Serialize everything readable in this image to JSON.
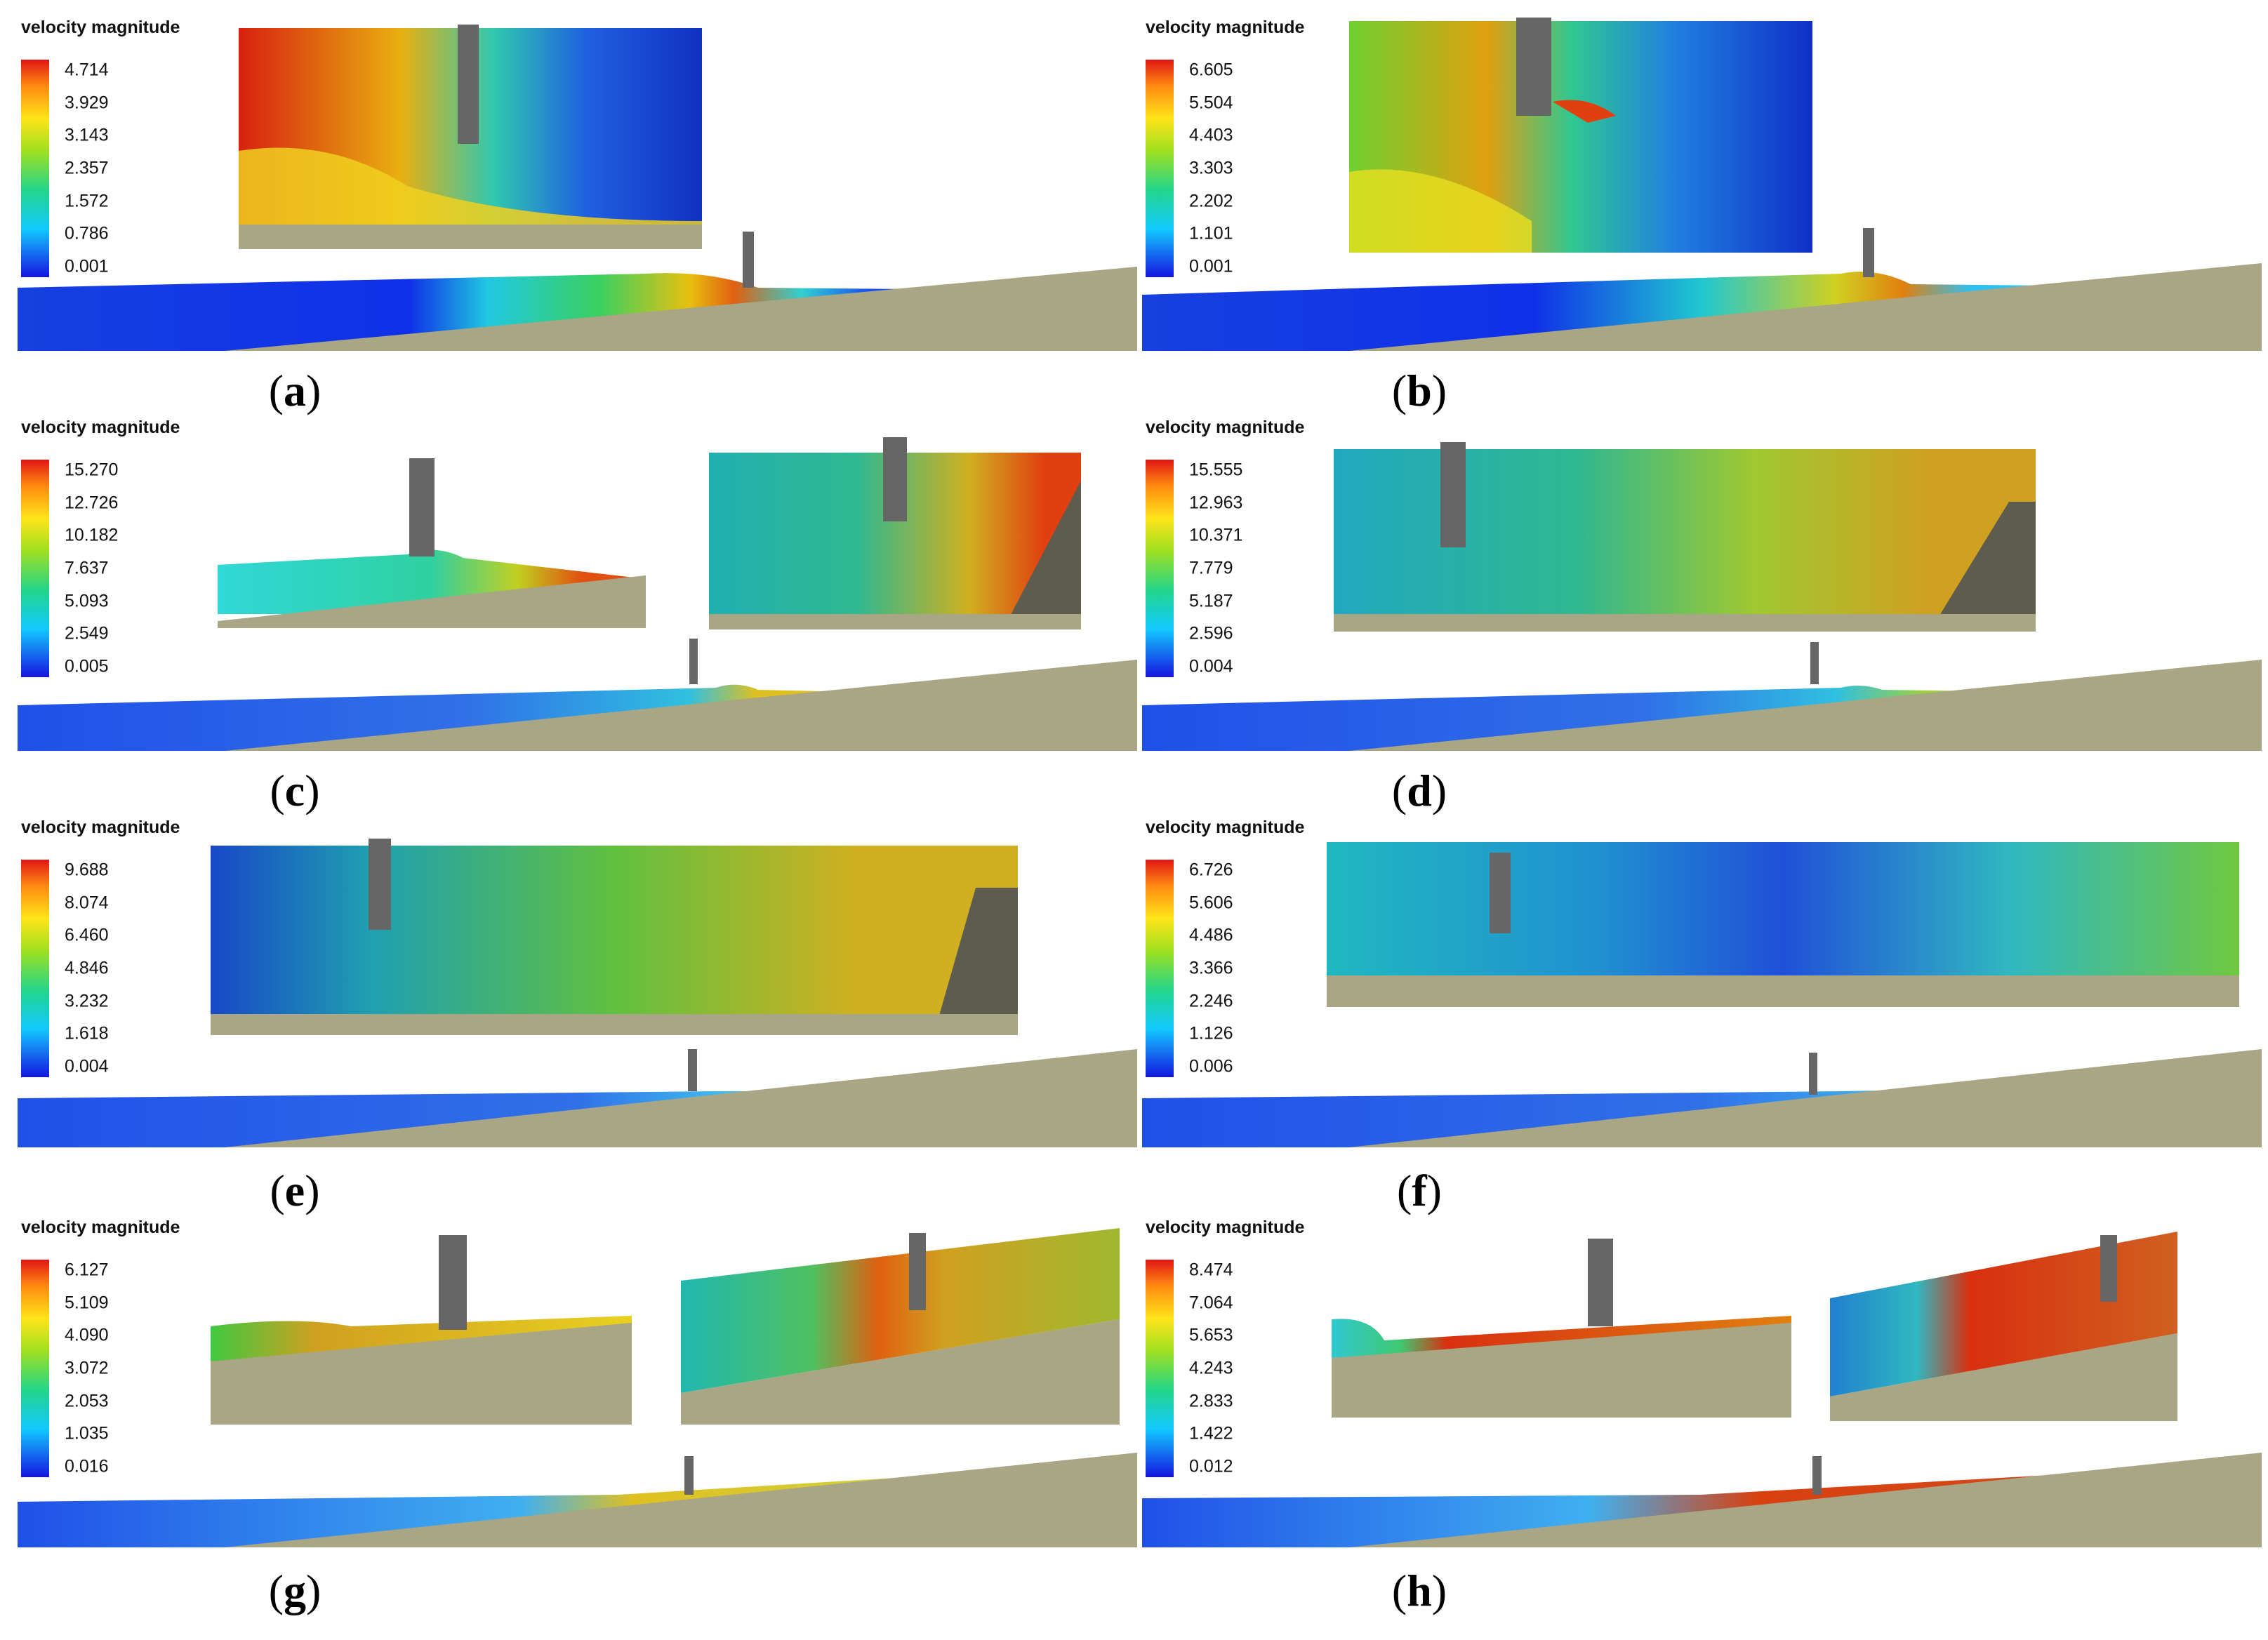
{
  "legend_title": "velocity magnitude",
  "panels": [
    {
      "label": "a",
      "ticks": [
        "4.714",
        "3.929",
        "3.143",
        "2.357",
        "1.572",
        "0.786",
        "0.001"
      ]
    },
    {
      "label": "b",
      "ticks": [
        "6.605",
        "5.504",
        "4.403",
        "3.303",
        "2.202",
        "1.101",
        "0.001"
      ]
    },
    {
      "label": "c",
      "ticks": [
        "15.270",
        "12.726",
        "10.182",
        "7.637",
        "5.093",
        "2.549",
        "0.005"
      ]
    },
    {
      "label": "d",
      "ticks": [
        "15.555",
        "12.963",
        "10.371",
        "7.779",
        "5.187",
        "2.596",
        "0.004"
      ]
    },
    {
      "label": "e",
      "ticks": [
        "9.688",
        "8.074",
        "6.460",
        "4.846",
        "3.232",
        "1.618",
        "0.004"
      ]
    },
    {
      "label": "f",
      "ticks": [
        "6.726",
        "5.606",
        "4.486",
        "3.366",
        "2.246",
        "1.126",
        "0.006"
      ]
    },
    {
      "label": "g",
      "ticks": [
        "6.127",
        "5.109",
        "4.090",
        "3.072",
        "2.053",
        "1.035",
        "0.016"
      ]
    },
    {
      "label": "h",
      "ticks": [
        "8.474",
        "7.064",
        "5.653",
        "4.243",
        "2.833",
        "1.422",
        "0.012"
      ]
    }
  ],
  "colors": {
    "ground": "#a8a684",
    "shadow_ground": "#5e5c4e",
    "pile": "#666666",
    "water_low": "#1430e0",
    "water_mid": "#22c4a8",
    "water_high": "#e0a012",
    "water_peak": "#d82a10"
  }
}
